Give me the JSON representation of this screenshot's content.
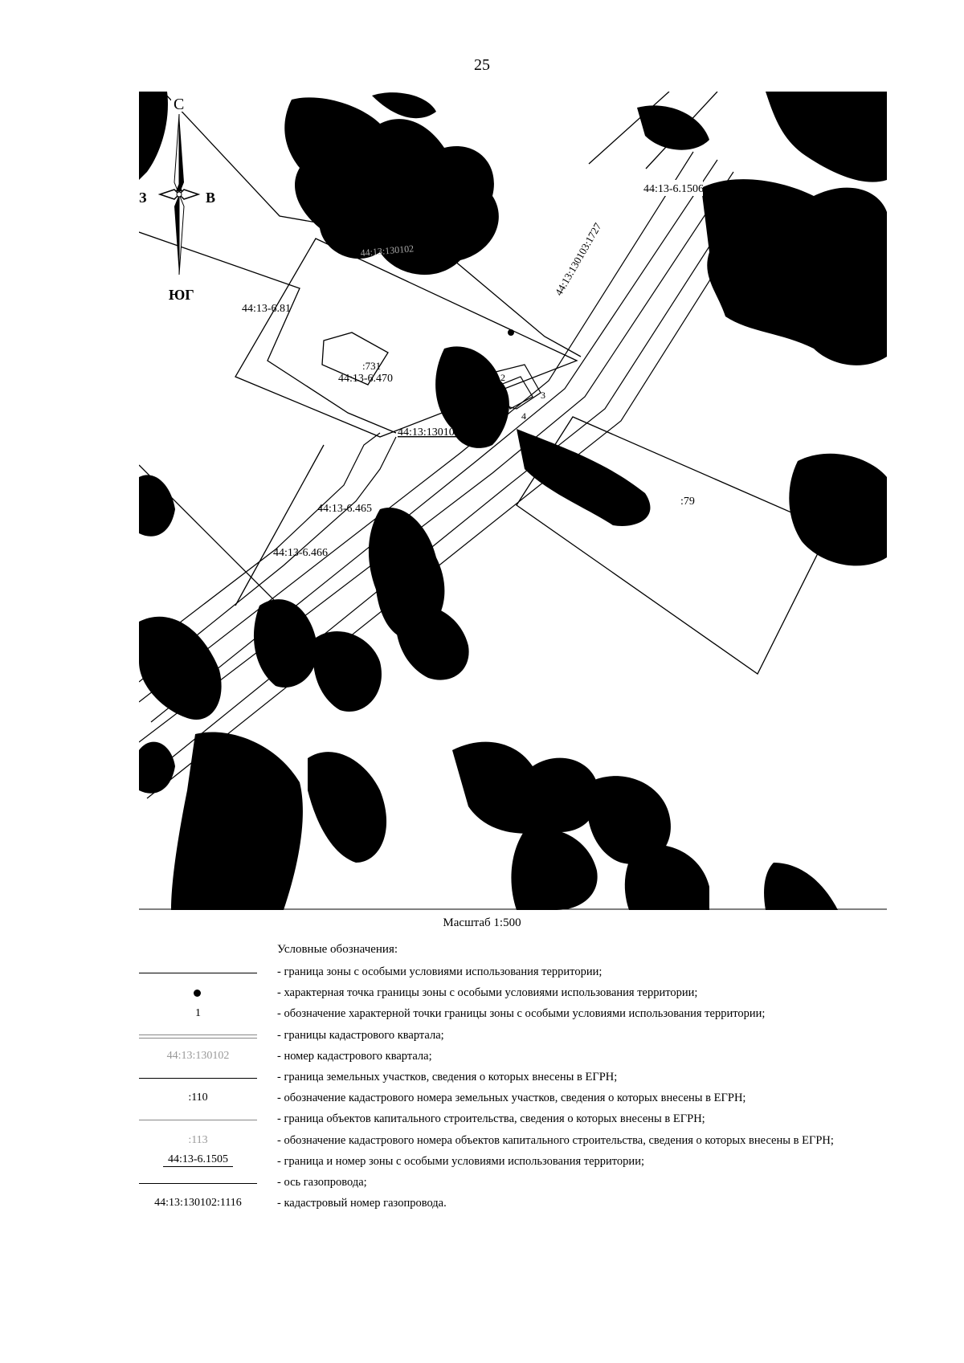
{
  "page_number": "25",
  "compass": {
    "north": "С",
    "south": "ЮГ",
    "west": "З",
    "east": "В"
  },
  "map_labels": {
    "zone_1506": "44:13-6.1506",
    "zone_81": "44:13-6.81",
    "zone_470": "44:13-6.470",
    "zone_465": "44:13-6.465",
    "zone_466": "44:13-6.466",
    "quarter": "44:13:130102",
    "pipeline_1727": "44:13:130103:1727",
    "pipeline_1116": "44:13:130102:1116",
    "parcel_731": ":731",
    "parcel_79": ":79",
    "point_1": "1",
    "point_2": "2",
    "point_3": "3",
    "point_4": "4"
  },
  "scale_caption": "Масштаб 1:500",
  "legend": {
    "title": "Условные обозначения:",
    "items": [
      {
        "symbol": "",
        "text": "- граница зоны с особыми условиями использования территории;"
      },
      {
        "symbol": "",
        "text": "- характерная точка границы зоны с особыми условиями использования территории;"
      },
      {
        "symbol": "1",
        "text": "- обозначение характерной точки границы зоны с особыми условиями использования территории;"
      },
      {
        "symbol": "",
        "text": "- границы кадастрового квартала;"
      },
      {
        "symbol": "44:13:130102",
        "text": "- номер кадастрового квартала;"
      },
      {
        "symbol": "",
        "text": "- граница земельных участков, сведения о которых внесены в ЕГРН;"
      },
      {
        "symbol": ":110",
        "text": "- обозначение кадастрового номера земельных участков, сведения о которых внесены в ЕГРН;"
      },
      {
        "symbol": "",
        "text": "- граница объектов капитального строительства, сведения о которых внесены в ЕГРН;"
      },
      {
        "symbol": ":113",
        "text": "- обозначение кадастрового номера объектов капитального строительства, сведения о которых внесены в ЕГРН;"
      },
      {
        "symbol": "44:13-6.1505",
        "text": "- граница и номер зоны с особыми условиями использования территории;"
      },
      {
        "symbol": "",
        "text": "- ось газопровода;"
      },
      {
        "symbol": "44:13:130102:1116",
        "text": "- кадастровый номер газопровода."
      }
    ]
  }
}
